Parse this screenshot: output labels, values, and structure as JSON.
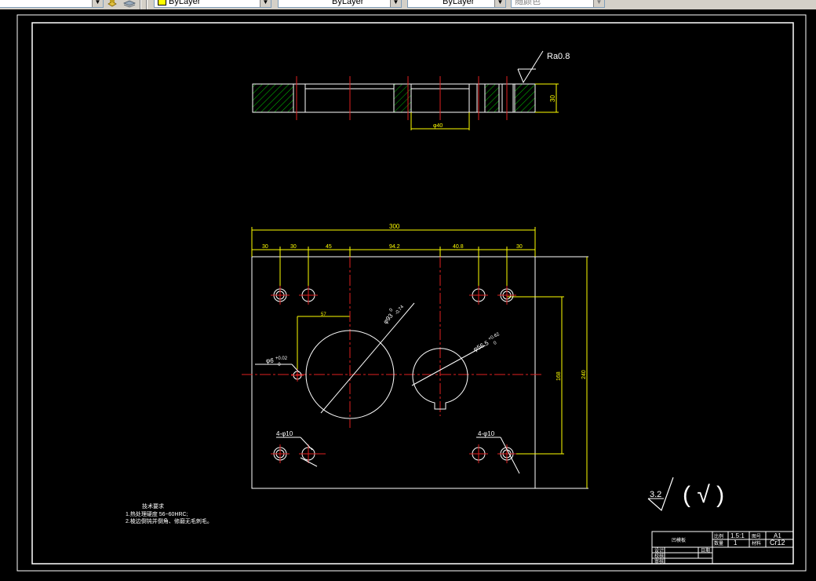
{
  "toolbar": {
    "layer_icon": "layer-state-icon",
    "layers_icon": "layers-stack-icon",
    "color_combo": "ByLayer",
    "linetype_combo": "ByLayer",
    "lineweight_combo": "ByLayer",
    "plotstyle_combo": "随颜色"
  },
  "drawing": {
    "roughness_label": "Ra0.8",
    "thickness_dim": "30",
    "bore_dim": "φ40",
    "width_dim": "300",
    "height_dim": "240",
    "offset_dim": "168",
    "chain_dims": [
      "30",
      "30",
      "45",
      "94.2",
      "40.8",
      "30"
    ],
    "small_dim": "57",
    "big_hole_dim": "φ93",
    "big_hole_tol_upper": "0",
    "big_hole_tol_lower": "-0.74",
    "med_hole_dim": "φ56.5",
    "med_hole_tol_upper": "+0.62",
    "med_hole_tol_lower": "0",
    "pin_hole_dim": "φ6",
    "pin_hole_tol": "+0.02",
    "pin_hole_tol_lower": "0",
    "holes_left": "4-φ10",
    "holes_right": "4-φ10",
    "general_roughness": "3.2",
    "general_roughness_bracket": "( √ )",
    "tech_req_title": "技术要求",
    "tech_req_1": "1.热处理硬度 56~60HRC;",
    "tech_req_2": "2.棱边倒钝并倒角、修磨无毛刺毛。"
  },
  "title_block": {
    "name": "凹模板",
    "scale_label": "比例",
    "scale_value": "1.5:1",
    "sheet_label": "图号",
    "sheet_value": "A1",
    "qty_label": "数量",
    "qty_value": "1",
    "material_label": "材料",
    "material_value": "Cr12",
    "designer_label": "设计",
    "date_label": "日期",
    "checker_label": "校核",
    "reviewer_label": "审核"
  }
}
